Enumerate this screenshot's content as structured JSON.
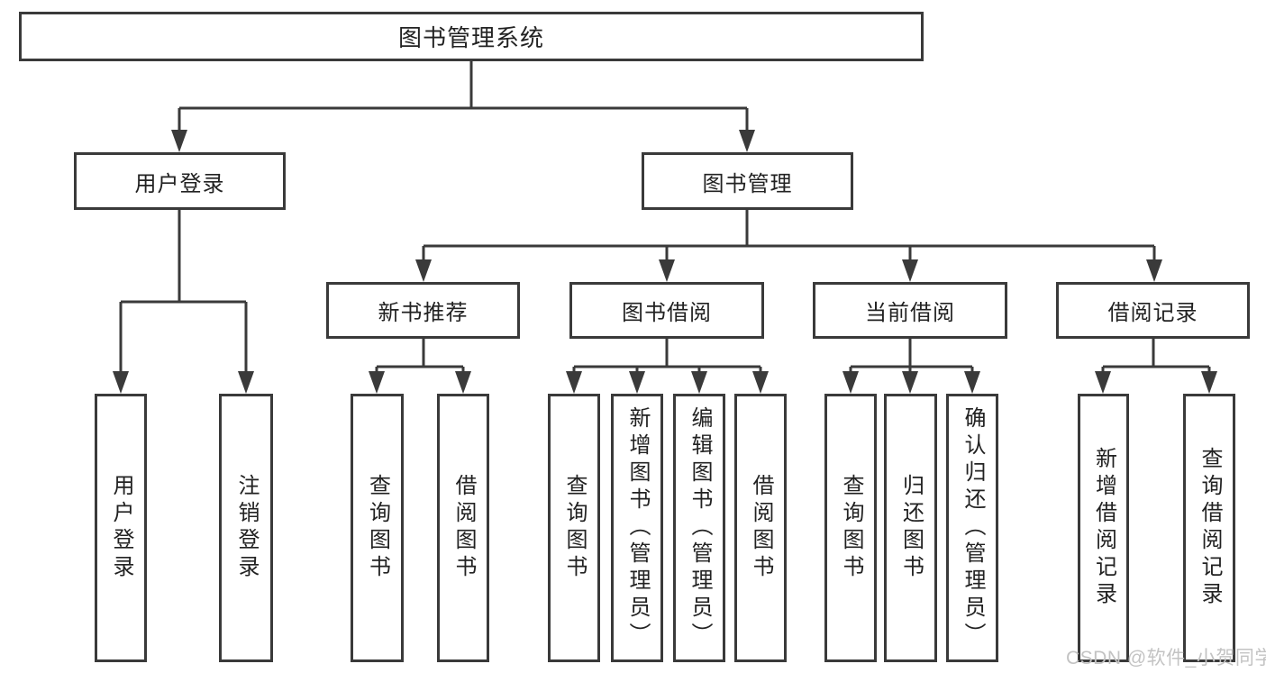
{
  "diagram": {
    "nodes": {
      "root": "图书管理系统",
      "user_login": "用户登录",
      "book_mgmt": "图书管理",
      "new_book": "新书推荐",
      "book_borrow": "图书借阅",
      "current_borrow": "当前借阅",
      "borrow_records": "借阅记录"
    },
    "leaves": {
      "login": [
        "用户登录",
        "注销登录"
      ],
      "newbook": [
        "查询图书",
        "借阅图书"
      ],
      "borrow": [
        "查询图书",
        "新增图书（管理员）",
        "编辑图书（管理员）",
        "借阅图书"
      ],
      "current": [
        "查询图书",
        "归还图书",
        "确认归还（管理员）"
      ],
      "records": [
        "新增借阅记录",
        "查询借阅记录"
      ]
    },
    "colors": {
      "line": "#3a3a3a",
      "text": "#222222",
      "watermark": "#c3c3c3"
    },
    "watermark": "CSDN @软件_小贺同学"
  }
}
